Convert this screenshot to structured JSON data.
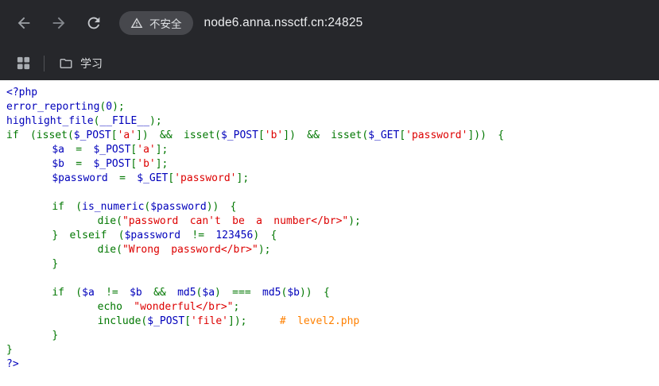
{
  "browser": {
    "url": "node6.anna.nssctf.cn:24825",
    "security_label": "不安全",
    "bookmarks": {
      "folder_label": "学习"
    },
    "icons": {
      "back": "back-arrow",
      "forward": "forward-arrow",
      "reload": "reload",
      "security": "warning-triangle",
      "apps": "apps-grid",
      "bookmark_folder": "folder"
    },
    "colors": {
      "toolbar_bg": "#26272b",
      "chip_bg": "#47484d",
      "toolbar_text": "#edeef0"
    }
  },
  "code": {
    "colors": {
      "default": "#0000BB",
      "keyword": "#007700",
      "string": "#DD0000",
      "comment": "#FF8000"
    },
    "lines": [
      [
        [
          "d",
          "<?php"
        ]
      ],
      [
        [
          "d",
          "error_reporting"
        ],
        [
          "k",
          "("
        ],
        [
          "d",
          "0"
        ],
        [
          "k",
          ");"
        ]
      ],
      [
        [
          "d",
          "highlight_file"
        ],
        [
          "k",
          "("
        ],
        [
          "d",
          "__FILE__"
        ],
        [
          "k",
          ");"
        ]
      ],
      [
        [
          "k",
          "if (isset("
        ],
        [
          "d",
          "$_POST"
        ],
        [
          "k",
          "["
        ],
        [
          "s",
          "'a'"
        ],
        [
          "k",
          "]) && isset("
        ],
        [
          "d",
          "$_POST"
        ],
        [
          "k",
          "["
        ],
        [
          "s",
          "'b'"
        ],
        [
          "k",
          "]) && isset("
        ],
        [
          "d",
          "$_GET"
        ],
        [
          "k",
          "["
        ],
        [
          "s",
          "'password'"
        ],
        [
          "k",
          "])) {"
        ]
      ],
      [
        [
          "d",
          "\t$a"
        ],
        [
          "k",
          " = "
        ],
        [
          "d",
          "$_POST"
        ],
        [
          "k",
          "["
        ],
        [
          "s",
          "'a'"
        ],
        [
          "k",
          "];"
        ]
      ],
      [
        [
          "d",
          "\t$b"
        ],
        [
          "k",
          " = "
        ],
        [
          "d",
          "$_POST"
        ],
        [
          "k",
          "["
        ],
        [
          "s",
          "'b'"
        ],
        [
          "k",
          "];"
        ]
      ],
      [
        [
          "d",
          "\t$password"
        ],
        [
          "k",
          " = "
        ],
        [
          "d",
          "$_GET"
        ],
        [
          "k",
          "["
        ],
        [
          "s",
          "'password'"
        ],
        [
          "k",
          "];"
        ]
      ],
      [],
      [
        [
          "k",
          "\tif ("
        ],
        [
          "d",
          "is_numeric"
        ],
        [
          "k",
          "("
        ],
        [
          "d",
          "$password"
        ],
        [
          "k",
          ")) {"
        ]
      ],
      [
        [
          "k",
          "\t\tdie("
        ],
        [
          "s",
          "\"password can't be a number</br>\""
        ],
        [
          "k",
          ");"
        ]
      ],
      [
        [
          "k",
          "\t} elseif ("
        ],
        [
          "d",
          "$password"
        ],
        [
          "k",
          " != "
        ],
        [
          "d",
          "123456"
        ],
        [
          "k",
          ") {"
        ]
      ],
      [
        [
          "k",
          "\t\tdie("
        ],
        [
          "s",
          "\"Wrong password</br>\""
        ],
        [
          "k",
          ");"
        ]
      ],
      [
        [
          "k",
          "\t}"
        ]
      ],
      [],
      [
        [
          "k",
          "\tif ("
        ],
        [
          "d",
          "$a"
        ],
        [
          "k",
          " != "
        ],
        [
          "d",
          "$b"
        ],
        [
          "k",
          " && "
        ],
        [
          "d",
          "md5"
        ],
        [
          "k",
          "("
        ],
        [
          "d",
          "$a"
        ],
        [
          "k",
          ") === "
        ],
        [
          "d",
          "md5"
        ],
        [
          "k",
          "("
        ],
        [
          "d",
          "$b"
        ],
        [
          "k",
          ")) {"
        ]
      ],
      [
        [
          "k",
          "\t\techo "
        ],
        [
          "s",
          "\"wonderful</br>\""
        ],
        [
          "k",
          ";"
        ]
      ],
      [
        [
          "k",
          "\t\tinclude("
        ],
        [
          "d",
          "$_POST"
        ],
        [
          "k",
          "["
        ],
        [
          "s",
          "'file'"
        ],
        [
          "k",
          "]);"
        ],
        [
          "c",
          "\t# level2.php"
        ]
      ],
      [
        [
          "k",
          "\t}"
        ]
      ],
      [
        [
          "k",
          "}"
        ]
      ],
      [
        [
          "d",
          "?>"
        ]
      ]
    ]
  }
}
